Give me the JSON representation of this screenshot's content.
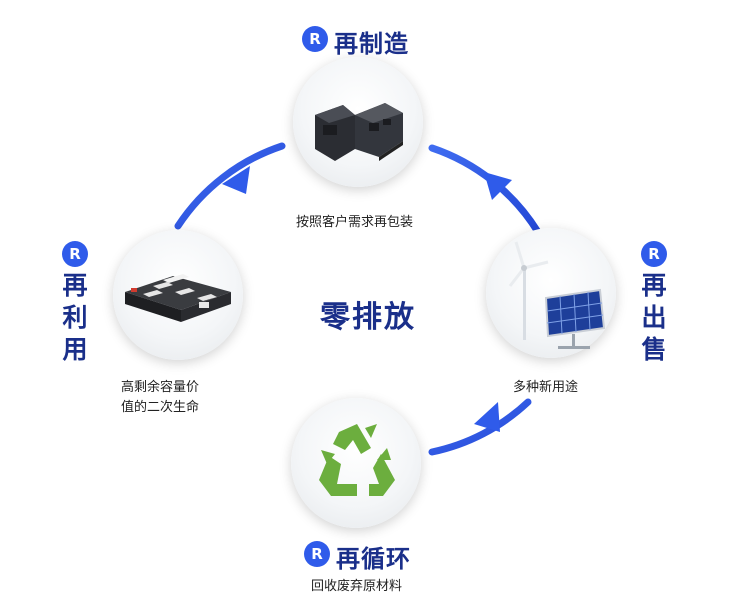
{
  "center_label": "零排放",
  "badge_letter": "R",
  "nodes": {
    "top": {
      "title": "再制造",
      "caption": "按照客户需求再包装",
      "icon": "packaging-case-icon"
    },
    "right": {
      "title": "再出售",
      "caption": "多种新用途",
      "icon": "wind-solar-icon"
    },
    "bottom": {
      "title": "再循环",
      "caption": "回收废弃原材料",
      "icon": "recycle-icon"
    },
    "left": {
      "title": "再利用",
      "caption_line1": "高剩余容量价",
      "caption_line2": "值的二次生命",
      "icon": "battery-pack-icon"
    }
  },
  "colors": {
    "accent": "#2f5bea",
    "title": "#1a2f8a",
    "recycle_green": "#6cae3e"
  }
}
